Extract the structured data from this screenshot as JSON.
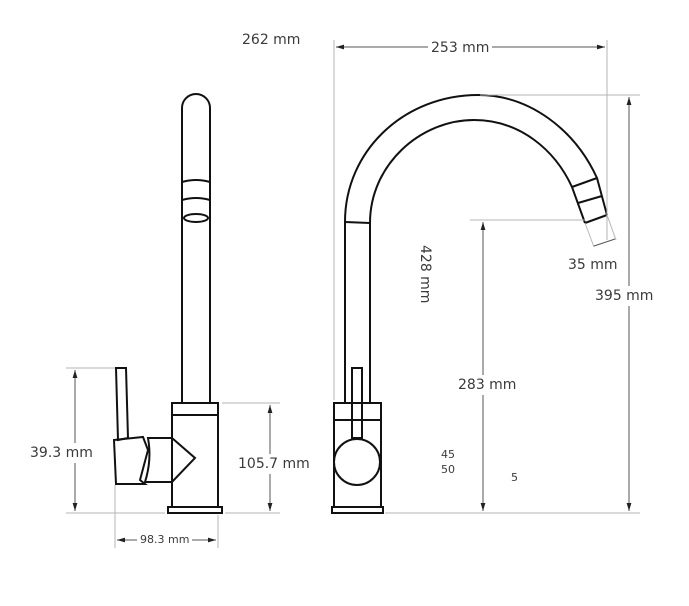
{
  "title": "Faucet dimension drawing",
  "dimensions": {
    "overall_height_label": "262 mm",
    "reach": "253 mm",
    "spout_length": "428 mm",
    "aerator_diameter": "35 mm",
    "total_height": "395 mm",
    "spout_clearance": "283 mm",
    "handle_height": "39.3 mm",
    "body_height": "105.7 mm",
    "body_depth": "98.3 mm"
  },
  "notes": [
    "45",
    "50",
    "5"
  ],
  "colors": {
    "line": "#111111",
    "dimension": "#b5b5b5",
    "text": "#3a3a3a"
  }
}
